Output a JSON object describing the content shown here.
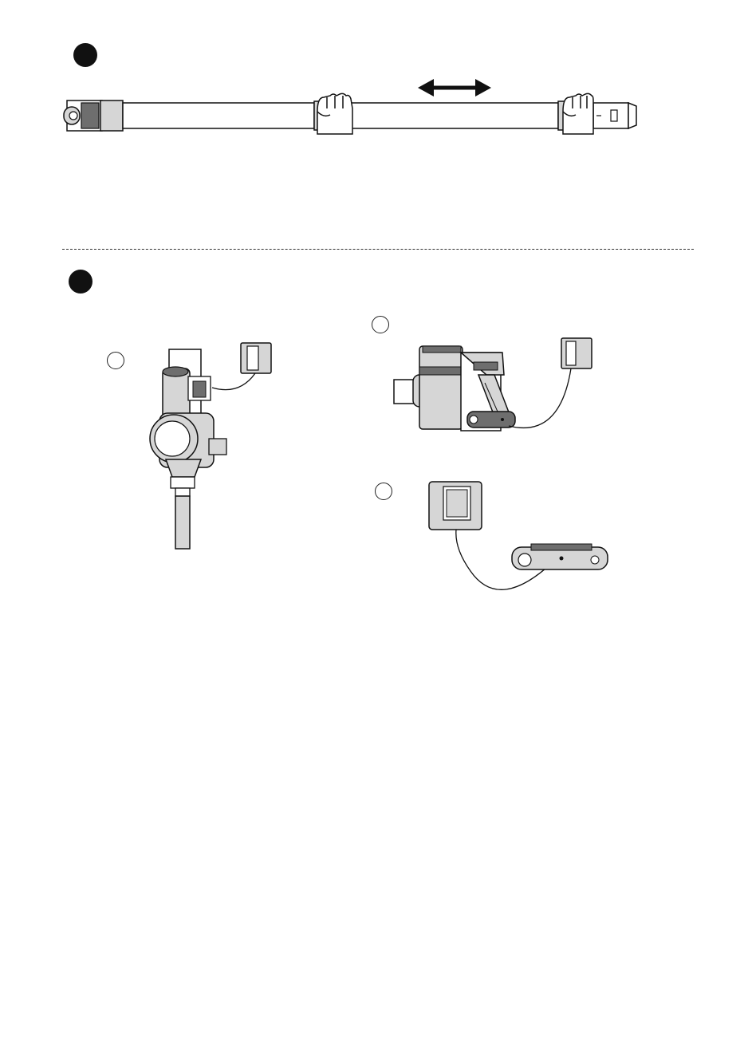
{
  "page": {
    "background": "#ffffff",
    "ink_color": "#111111",
    "fill_gray": "#d6d6d6",
    "dark_gray": "#6e6e6e"
  },
  "section_1": {
    "marker_icon": "filled-circle",
    "illustration": "extension-tube-adjust",
    "arrow_icon": "double-arrow-horizontal"
  },
  "section_2": {
    "marker_icon": "filled-circle",
    "sub_figures": [
      {
        "marker_icon": "open-circle",
        "illustration": "vacuum-on-wall-mount-charging"
      },
      {
        "marker_icon": "open-circle",
        "illustration": "handheld-unit-charging"
      },
      {
        "marker_icon": "open-circle",
        "illustration": "battery-pack-charging"
      }
    ]
  }
}
